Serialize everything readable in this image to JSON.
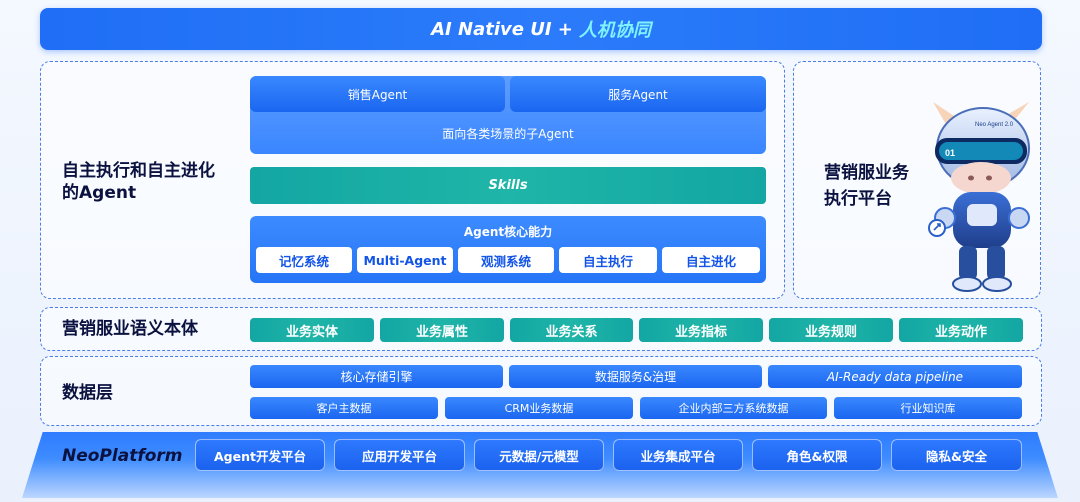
{
  "title": {
    "main": "AI Native UI + ",
    "highlight": "人机协同"
  },
  "agent_section": {
    "label_line1": "自主执行和自主进化",
    "label_line2": "的Agent",
    "sales_agent": "销售Agent",
    "service_agent": "服务Agent",
    "scenario_agent": "面向各类场景的子Agent",
    "skills": "Skills",
    "core_title": "Agent核心能力",
    "core_items": [
      "记忆系统",
      "Multi-Agent",
      "观测系统",
      "自主执行",
      "自主进化"
    ]
  },
  "right_section": {
    "label_line1": "营销服业务",
    "label_line2": "执行平台",
    "robot_badge": "Neo Agent 2.0",
    "robot_visor": "01"
  },
  "ontology": {
    "label": "营销服业语义本体",
    "items": [
      "业务实体",
      "业务属性",
      "业务关系",
      "业务指标",
      "业务规则",
      "业务动作"
    ]
  },
  "data_layer": {
    "label": "数据层",
    "row1": [
      "核心存储引擎",
      "数据服务&治理",
      "AI-Ready data pipeline"
    ],
    "row2": [
      "客户主数据",
      "CRM业务数据",
      "企业内部三方系统数据",
      "行业知识库"
    ]
  },
  "platform": {
    "label": "NeoPlatform",
    "items": [
      "Agent开发平台",
      "应用开发平台",
      "元数据/元模型",
      "业务集成平台",
      "角色&权限",
      "隐私&安全"
    ]
  },
  "colors": {
    "primary": "#1f6ef5",
    "teal": "#17ada6",
    "highlight": "#7ff3ff",
    "dark_text": "#0b1240"
  }
}
